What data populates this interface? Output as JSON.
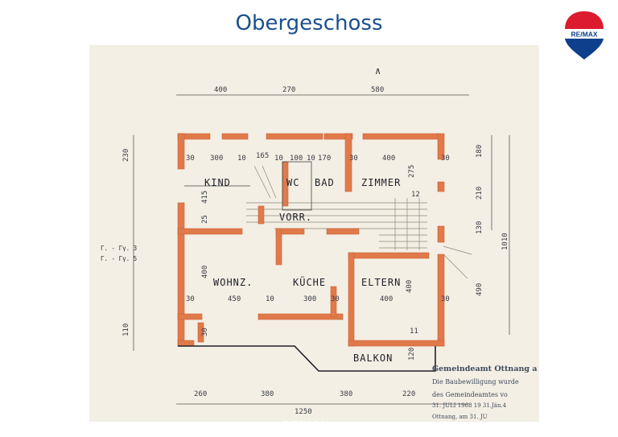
{
  "page": {
    "title": "Obergeschoss"
  },
  "logo": {
    "text": "RE/MAX",
    "colors": {
      "blue": "#0e3f8c",
      "red": "#dc1c2e"
    }
  },
  "watermark": {
    "text": "RE/MAX"
  },
  "plan": {
    "north_mark": "∧",
    "rooms": {
      "kind": "KIND",
      "wc": "WC",
      "bad": "BAD",
      "zimmer": "ZIMMER",
      "vorr": "VORR.",
      "wohnz": "WOHNZ.",
      "kueche": "KÜCHE",
      "eltern": "ELTERN",
      "balkon": "BALKON"
    },
    "dimensions": {
      "top_400": "400",
      "top_270": "270",
      "top_580": "580",
      "row_300": "300",
      "row_10a": "10",
      "row_165": "165",
      "row_10b": "10",
      "row_100": "100",
      "row_10c": "10",
      "row_170": "170",
      "row_30a": "30",
      "row_400": "400",
      "row_30b": "30",
      "row_30c": "30",
      "mid_450": "450",
      "mid_10": "10",
      "mid_300": "300",
      "mid_30d": "30",
      "mid_400": "400",
      "mid_30e": "30",
      "mid_30f": "30",
      "bot_260": "260",
      "bot_380a": "380",
      "bot_380b": "380",
      "bot_220": "220",
      "total_1250": "1250",
      "left_230": "230",
      "left_110": "110",
      "left_415": "415",
      "left_25": "25",
      "left_400": "400",
      "left_30": "30",
      "right_180": "180",
      "right_210": "210",
      "right_130": "130",
      "right_490": "490",
      "right_1010": "1010",
      "right_275": "275",
      "right_12": "12",
      "inner_400": "400",
      "inner_120": "120",
      "inner_11": "11"
    },
    "notes": {
      "legend_1": "Γ. - Γγ. 3",
      "legend_2": "Γ. - Γγ. 5"
    },
    "stamp": {
      "line1": "Gemeindeamt Ottnang a",
      "line2": "Die Baubewilligung wurde",
      "line3": "des Gemeindeamtes vo",
      "line4": "31. JULI 1968  19  31.Jän.4",
      "line5": "Ottnang, am    31. JU"
    }
  }
}
